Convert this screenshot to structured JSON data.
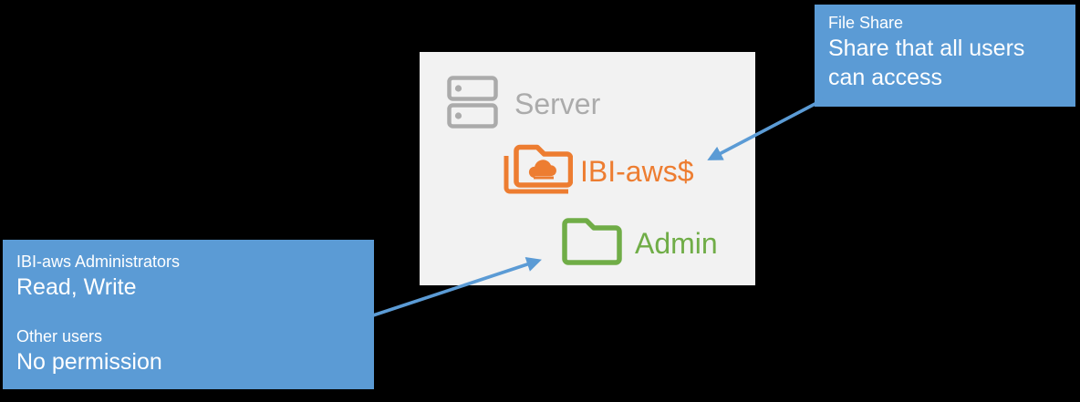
{
  "diagram": {
    "server_label": "Server",
    "share_label": "IBI-aws$",
    "admin_label": "Admin"
  },
  "callout_file_share": {
    "title": "File Share",
    "body": "Share that all users can access"
  },
  "callout_permissions": {
    "group1_name": "IBI-aws Administrators",
    "group1_permission": "Read, Write",
    "group2_name": "Other users",
    "group2_permission": "No permission"
  },
  "icons": {
    "server_icon": "stacked-server-drives",
    "share_folder_icon": "shared-folder-with-cloud",
    "admin_folder_icon": "plain-folder"
  },
  "colors": {
    "background": "#000000",
    "panel_bg": "#F2F2F2",
    "callout_bg": "#5B9BD5",
    "callout_text": "#FFFFFF",
    "server_gray": "#ABABAB",
    "share_orange": "#ED7D31",
    "admin_green": "#70AD47",
    "arrow_blue": "#5B9BD5"
  }
}
